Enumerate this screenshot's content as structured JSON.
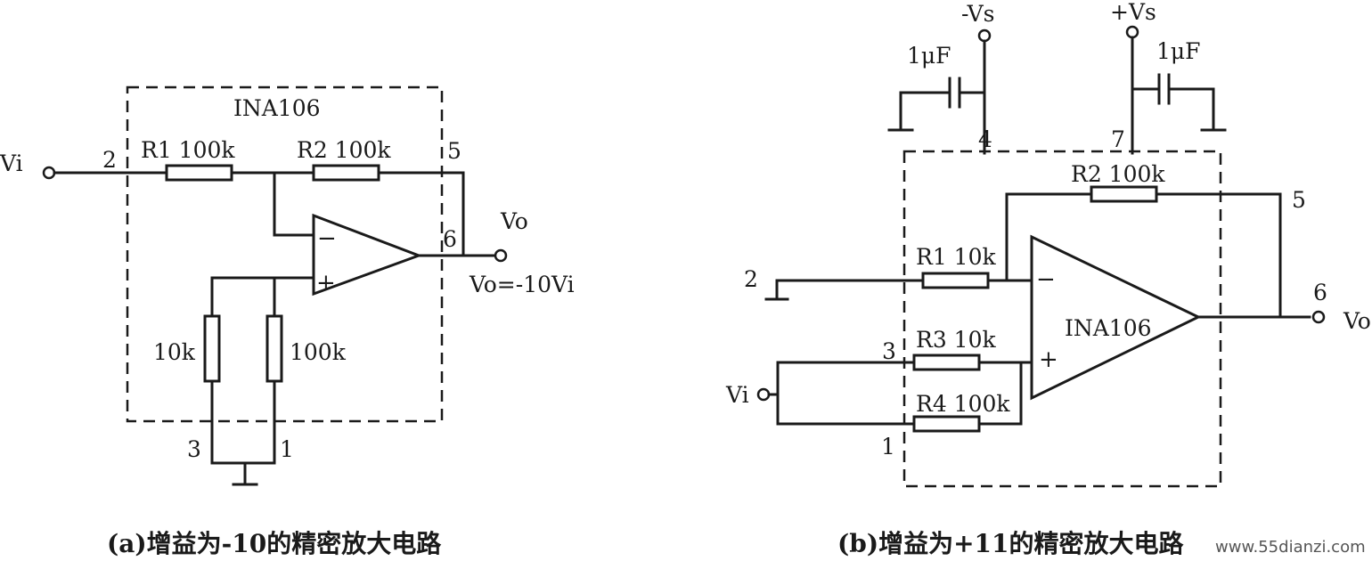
{
  "circuit_a": {
    "chip": "INA106",
    "input": "Vi",
    "output": "Vo",
    "output_eq": "Vo=-10Vi",
    "r1": "R1  100k",
    "r2": "R2  100k",
    "r_left": "10k",
    "r_right": "100k",
    "pins": [
      "2",
      "5",
      "6",
      "3",
      "1"
    ],
    "minus": "−",
    "plus": "+",
    "caption": "(a)增益为-10的精密放大电路"
  },
  "circuit_b": {
    "chip": "INA106",
    "input": "Vi",
    "output": "Vo",
    "neg_supply": "-Vs",
    "pos_supply": "+Vs",
    "cap_left": "1μF",
    "cap_right": "1μF",
    "r1": "R1  10k",
    "r2": "R2 100k",
    "r3": "R3 10k",
    "r4": "R4 100k",
    "pins": [
      "4",
      "7",
      "5",
      "2",
      "6",
      "3",
      "1"
    ],
    "minus": "−",
    "plus": "+",
    "caption": "(b)增益为+11的精密放大电路"
  },
  "watermark": "www.55dianzi.com"
}
